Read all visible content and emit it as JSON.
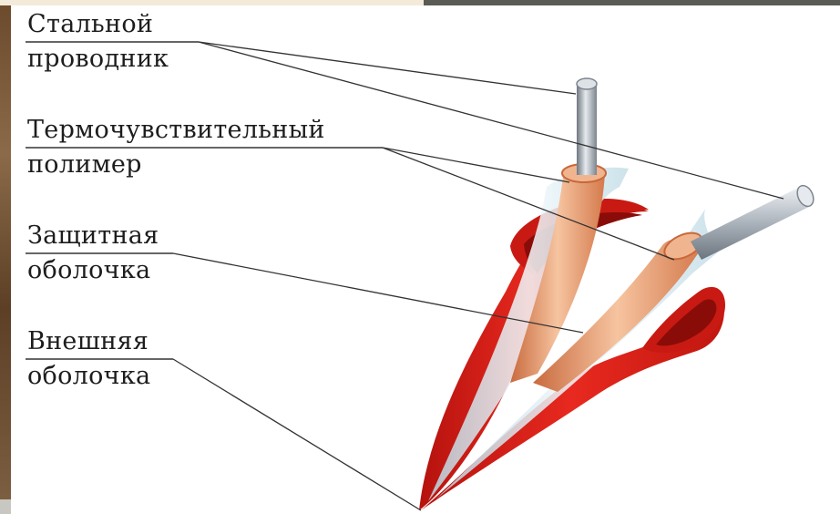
{
  "labels": {
    "steel_conductor": {
      "line1": "Стальной",
      "line2": "проводник"
    },
    "thermo_polymer": {
      "line1": "Термочувствительный",
      "line2": "полимер"
    },
    "protective_sheath": {
      "line1": "Защитная",
      "line2": "оболочка"
    },
    "outer_sheath": {
      "line1": "Внешняя",
      "line2": "оболочка"
    }
  },
  "colors": {
    "outer_sheath": "#e3231c",
    "outer_sheath_dark": "#b2110d",
    "polymer": "#e9a27a",
    "protective": "#d9ecf2",
    "steel": "#9ea6b0",
    "leader_line": "#333333"
  }
}
